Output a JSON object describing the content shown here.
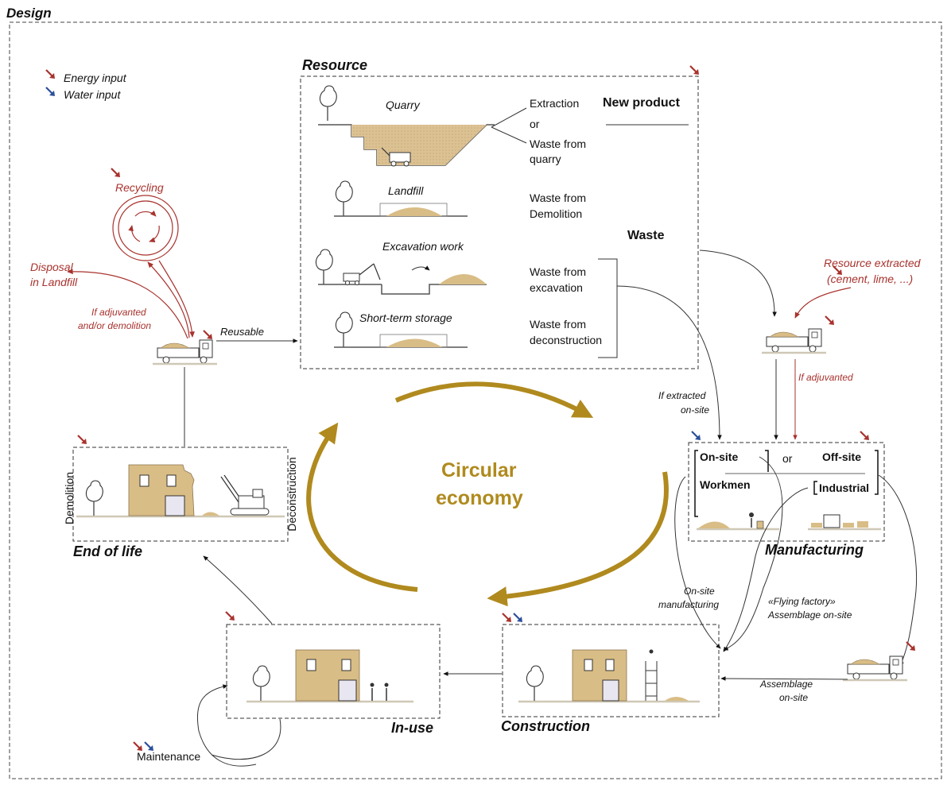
{
  "title": "Design",
  "legend": {
    "energy": "Energy input",
    "water": "Water input"
  },
  "colors": {
    "energy": "#a8322d",
    "water": "#2b4f9a",
    "cycle": "#b08a1e",
    "sand": "#d9bd86",
    "ground": "#cfc8b6"
  },
  "center": {
    "line1": "Circular",
    "line2": "economy"
  },
  "resource": {
    "title": "Resource",
    "rows": [
      "Quarry",
      "Landfill",
      "Excavation work",
      "Short-term storage"
    ],
    "extraction": "Extraction",
    "or": "or",
    "waste_quarry_1": "Waste from",
    "waste_quarry_2": "quarry",
    "new_product": "New product",
    "waste": "Waste",
    "waste_demolition_1": "Waste from",
    "waste_demolition_2": "Demolition",
    "waste_excavation_1": "Waste from",
    "waste_excavation_2": "excavation",
    "waste_deconstruction_1": "Waste from",
    "waste_deconstruction_2": "deconstruction"
  },
  "recycling": {
    "label": "Recycling",
    "disposal_1": "Disposal",
    "disposal_2": "in Landfill",
    "adjuvanted_1": "If adjuvanted",
    "adjuvanted_2": "and/or demolition",
    "reusable": "Reusable"
  },
  "extracted": {
    "label_1": "Resource extracted",
    "label_2": "(cement, lime, ...)",
    "if_adjuvanted": "If adjuvanted",
    "if_extracted_1": "If extracted",
    "if_extracted_2": "on-site"
  },
  "manufacturing": {
    "title": "Manufacturing",
    "onsite": "On-site",
    "or": "or",
    "offsite": "Off-site",
    "workmen": "Workmen",
    "industrial": "Industrial"
  },
  "end_of_life": {
    "title": "End of life",
    "demolition": "Demolition",
    "deconstruction": "Deconstruction"
  },
  "in_use": {
    "title": "In-use",
    "maintenance": "Maintenance"
  },
  "construction": {
    "title": "Construction"
  },
  "flows": {
    "onsite_manufacturing_1": "On-site",
    "onsite_manufacturing_2": "manufacturing",
    "flying_1": "«Flying factory»",
    "flying_2": "Assemblage on-site",
    "assemblage_1": "Assemblage",
    "assemblage_2": "on-site"
  }
}
